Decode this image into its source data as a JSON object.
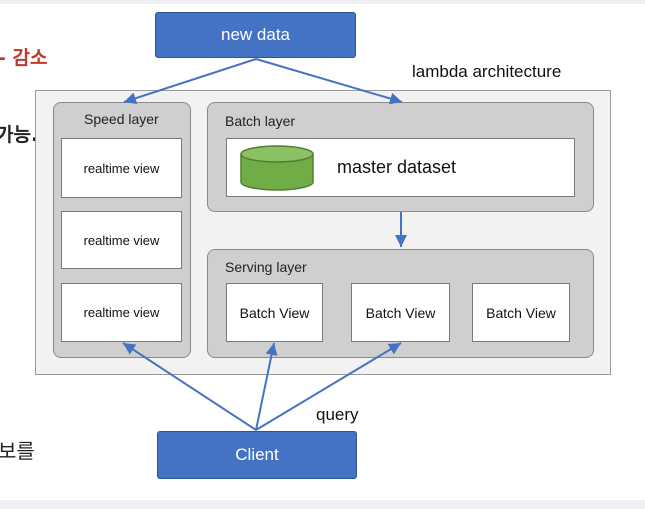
{
  "side_text": {
    "line1": "- 감소",
    "line2": "가능.",
    "line3": "보를"
  },
  "diagram": {
    "new_data": "new data",
    "architecture_label": "lambda architecture",
    "speed_layer": {
      "title": "Speed layer",
      "views": [
        "realtime view",
        "realtime view",
        "realtime view"
      ]
    },
    "batch_layer": {
      "title": "Batch layer",
      "dataset": "master dataset"
    },
    "serving_layer": {
      "title": "Serving layer",
      "views": [
        "Batch View",
        "Batch View",
        "Batch View"
      ]
    },
    "query_label": "query",
    "client": "Client"
  },
  "colors": {
    "button_blue": "#4472c4",
    "arrow_blue": "#4472c4",
    "database_green": "#70ad47",
    "warning_red": "#c0392b"
  }
}
